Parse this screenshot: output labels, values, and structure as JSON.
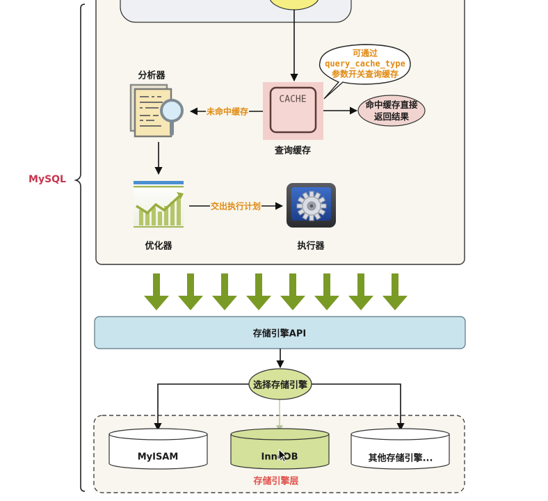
{
  "diagram": {
    "title": "MySQL",
    "colors": {
      "server_panel_fill": "#f8f6ee",
      "cache_bg": "#f3cfcc",
      "cache_inner": "#f6d6d2",
      "hit_ellipse": "#f1d4d0",
      "bubble_fill": "#ffffff",
      "arrow_green": "#7a9a26",
      "api_fill": "#c9e4ed",
      "select_fill": "#d7e39a",
      "innodb_fill": "#d3e19a",
      "label_orange": "#e08a12",
      "label_red": "#e0504a",
      "title_red": "#c8364e"
    },
    "server_layer": {
      "components": {
        "analyzer": {
          "label": "分析器",
          "icon": "document-magnifier-icon"
        },
        "query_cache": {
          "label": "查询缓存",
          "box_text": "CACHE",
          "icon": "cache-icon"
        },
        "optimizer": {
          "label": "优化器",
          "icon": "chart-trend-icon"
        },
        "executor": {
          "label": "执行器",
          "icon": "gear-icon"
        }
      },
      "edges": {
        "cache_miss": "未命中缓存",
        "hand_over_plan": "交出执行计划"
      },
      "callouts": {
        "cache_toggle": [
          "可通过",
          "query_cache_type",
          "参数开关查询缓存"
        ],
        "cache_hit": [
          "命中缓存直接",
          "返回结果"
        ]
      }
    },
    "down_arrows_count": 8,
    "storage_api": {
      "label": "存储引擎API"
    },
    "select_engine": {
      "label": "选择存储引擎"
    },
    "storage_layer": {
      "label": "存储引擎层",
      "engines": [
        {
          "name": "MyISAM",
          "highlighted": false
        },
        {
          "name": "InnoDB",
          "highlighted": true
        },
        {
          "name": "其他存储引擎...",
          "highlighted": false
        }
      ]
    }
  }
}
